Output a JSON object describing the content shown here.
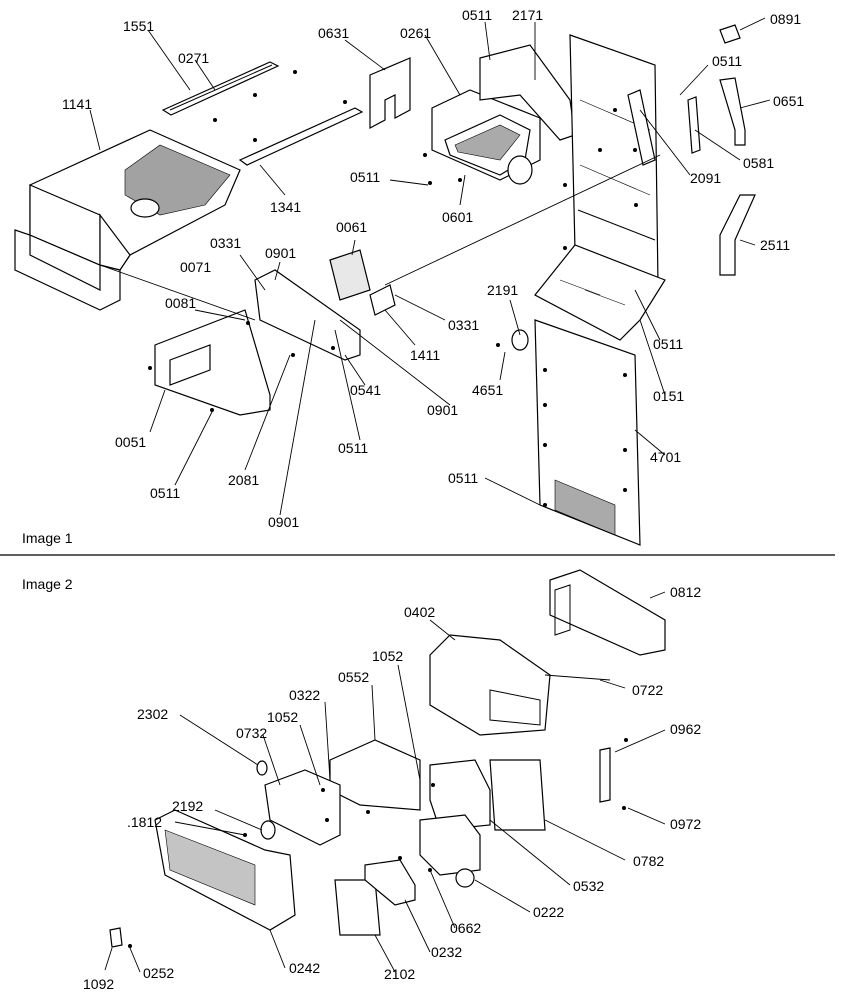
{
  "sections": [
    {
      "title": "Image 1"
    },
    {
      "title": "Image 2"
    }
  ],
  "image1": {
    "labels": [
      "1551",
      "0271",
      "0631",
      "0261",
      "0511",
      "2171",
      "0891",
      "0511",
      "0651",
      "1141",
      "0511",
      "0601",
      "1341",
      "2091",
      "0581",
      "2511",
      "0061",
      "0331",
      "0901",
      "0071",
      "0081",
      "0331",
      "1411",
      "2191",
      "0511",
      "4651",
      "0151",
      "0541",
      "0901",
      "0511",
      "0051",
      "0511",
      "2081",
      "0901",
      "4701",
      "0511"
    ]
  },
  "image2": {
    "labels": [
      "0812",
      "0402",
      "1052",
      "0722",
      "2302",
      "0552",
      "0732",
      "1052",
      "0322",
      "0962",
      "2192",
      ".1812",
      "0972",
      "0782",
      "0532",
      "0222",
      "0662",
      "0232",
      "2102",
      "0242",
      "1092",
      "0252"
    ]
  }
}
